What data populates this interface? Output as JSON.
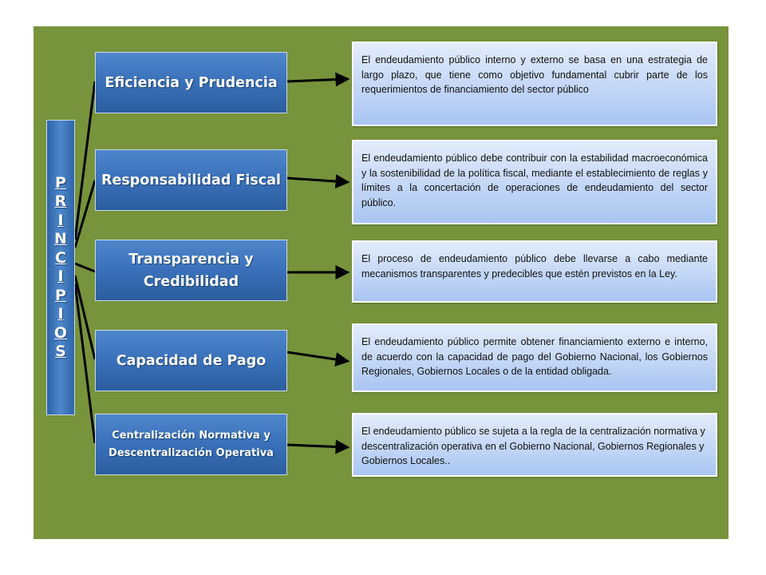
{
  "vertical_label": [
    "P",
    "R",
    "I",
    "N",
    "C",
    "I",
    "P",
    "I",
    "O",
    "S"
  ],
  "principles": [
    {
      "label": "Eficiencia y Prudencia",
      "description": "El endeudamiento público interno y externo se basa en una estrategia de largo plazo, que tiene como objetivo fundamental cubrir parte de los requerimientos de financiamiento del sector público"
    },
    {
      "label": "Responsabilidad Fiscal",
      "description": "El endeudamiento público debe contribuir con la estabilidad macroeconómica y la sostenibilidad de la política fiscal, mediante el establecimiento de reglas y límites a la concertación de operaciones de endeudamiento del sector público."
    },
    {
      "label": "Transparencia y Credibilidad",
      "description": "El proceso de endeudamiento público debe llevarse a cabo mediante mecanismos transparentes y predecibles que estén previstos en la Ley."
    },
    {
      "label": "Capacidad de Pago",
      "description": "El endeudamiento público permite obtener financiamiento externo e interno, de acuerdo con la capacidad de pago del Gobierno Nacional, los Gobiernos Regionales, Gobiernos Locales o de la entidad obligada."
    },
    {
      "label": "Centralización Normativa y Descentralización Operativa",
      "description": "El endeudamiento público se sujeta a la regla de la centralización normativa y descentralización operativa en el Gobierno Nacional, Gobiernos Regionales  y Gobiernos Locales.."
    }
  ],
  "colors": {
    "background": "#77933c",
    "box": "#3a70b9",
    "note": "#c4d7f5",
    "line": "#000000"
  }
}
